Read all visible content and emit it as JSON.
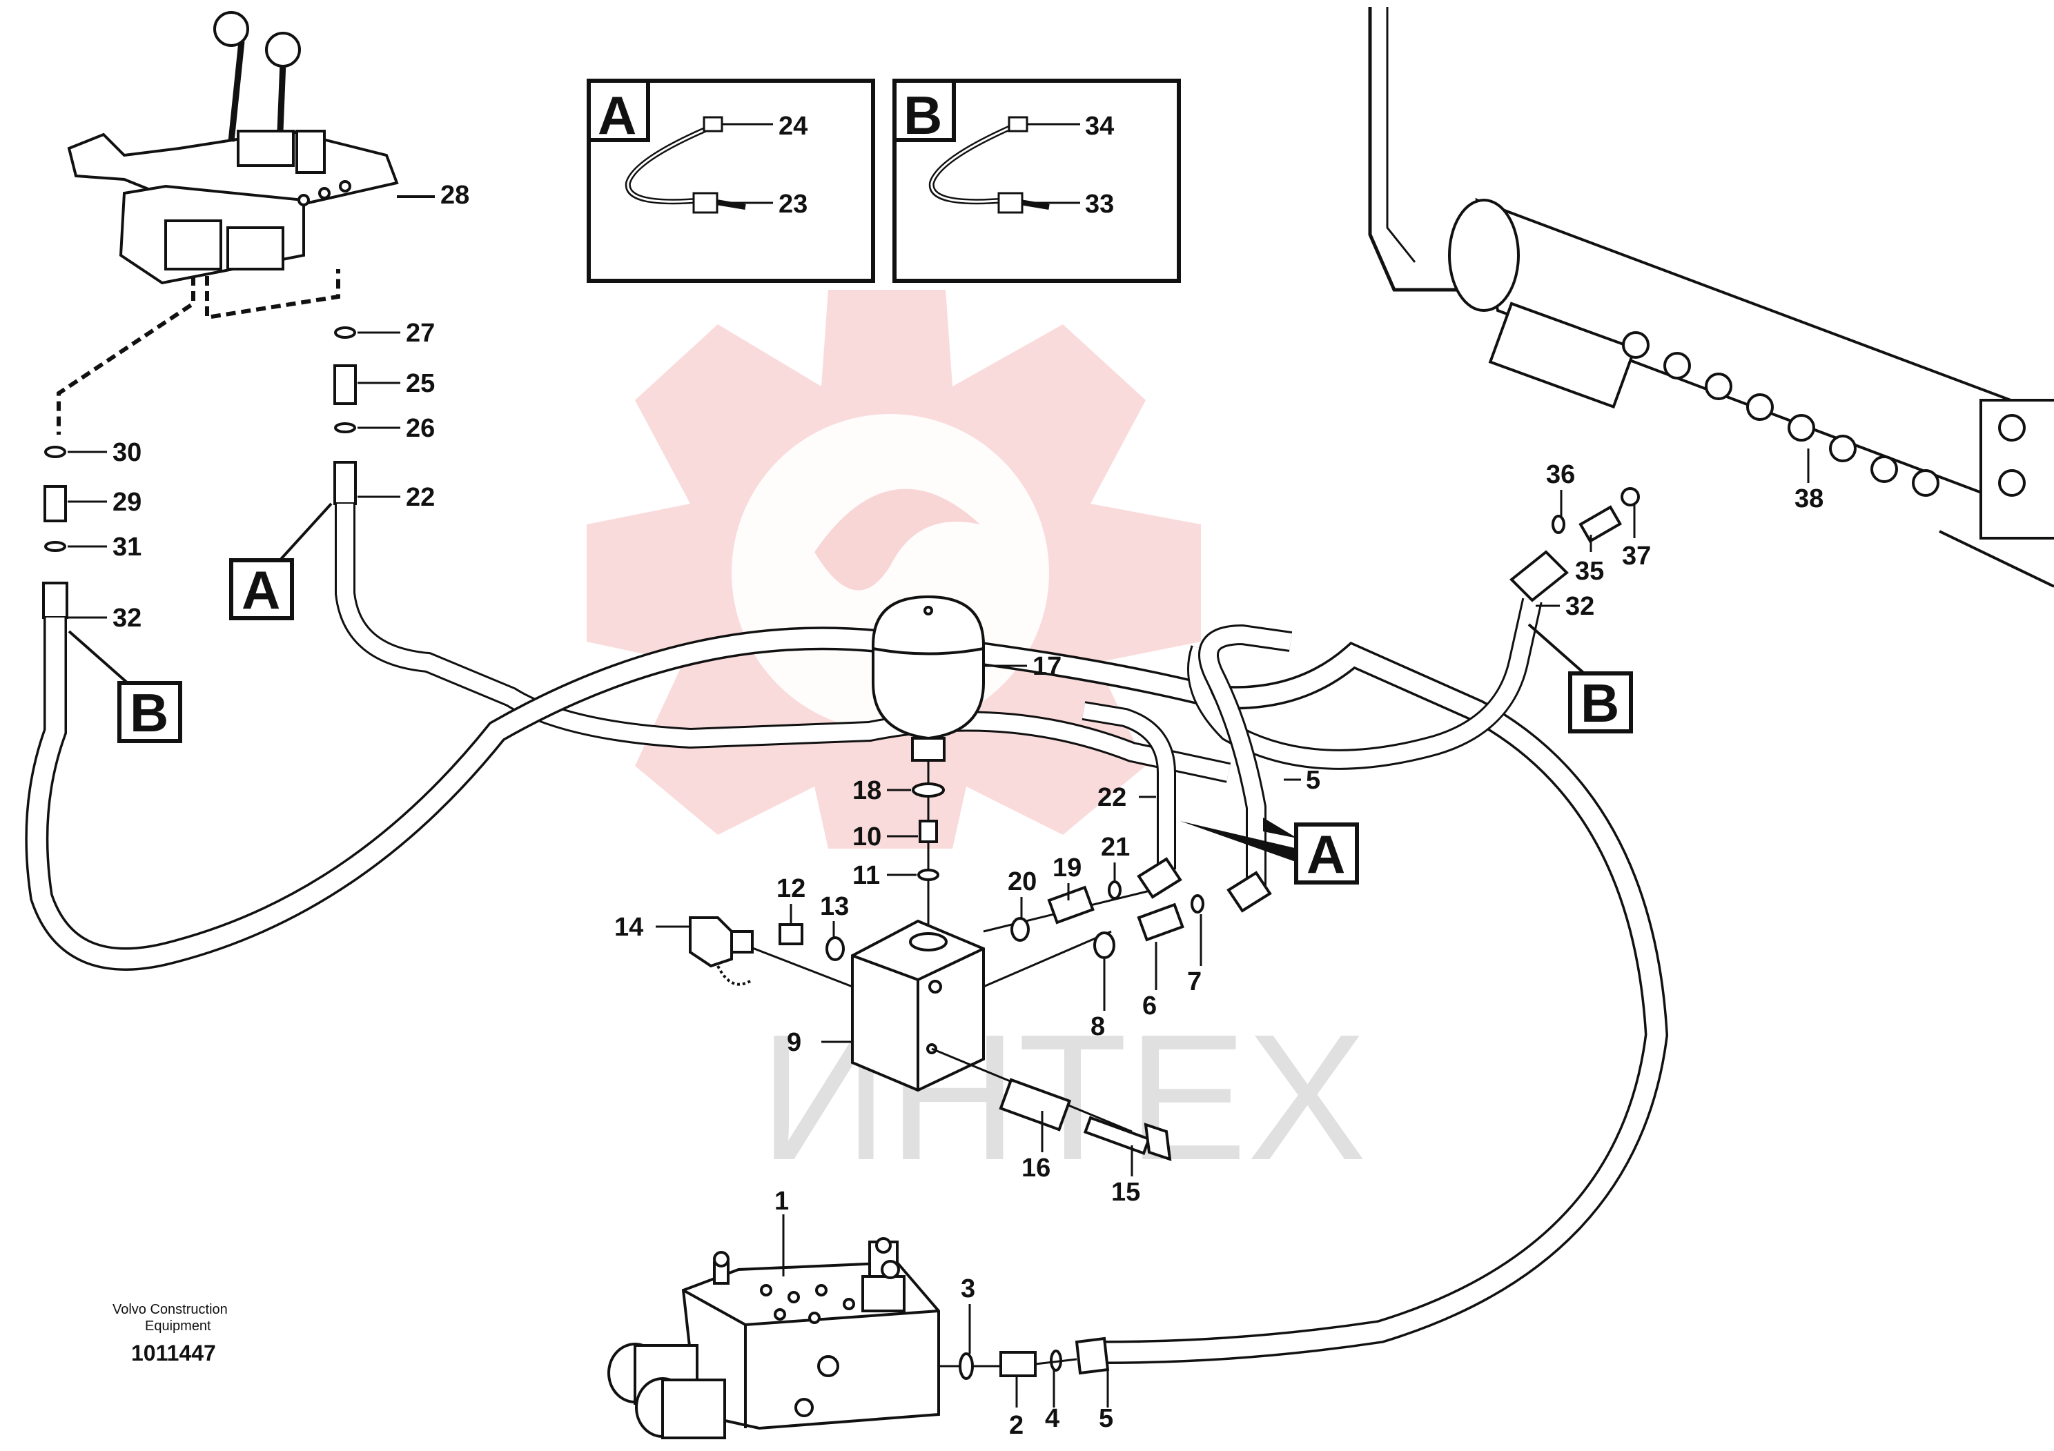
{
  "footer": {
    "company_line1": "Volvo Construction",
    "company_line2": "Equipment",
    "drawing_number": "1011447"
  },
  "watermark": {
    "text": "ИНТЕХ",
    "gear_color": "#f4b0b0"
  },
  "detail_boxes": {
    "a": {
      "letter": "A",
      "label_top": "24",
      "label_bottom": "23"
    },
    "b": {
      "letter": "B",
      "label_top": "34",
      "label_bottom": "33"
    }
  },
  "callouts": {
    "a_left": "A",
    "b_left": "B",
    "b_right": "B",
    "a_center": "A"
  },
  "part_labels": {
    "p28": "28",
    "p27": "27",
    "p25": "25",
    "p26": "26",
    "p22_left": "22",
    "p30": "30",
    "p29": "29",
    "p31": "31",
    "p32_left": "32",
    "p36": "36",
    "p35": "35",
    "p37": "37",
    "p38": "38",
    "p32_right": "32",
    "p17": "17",
    "p5_upper": "5",
    "p22_center": "22",
    "p18": "18",
    "p10": "10",
    "p11": "11",
    "p21": "21",
    "p19": "19",
    "p20": "20",
    "p12": "12",
    "p13": "13",
    "p14": "14",
    "p8": "8",
    "p6": "6",
    "p7": "7",
    "p9": "9",
    "p16": "16",
    "p15": "15",
    "p1": "1",
    "p3": "3",
    "p2": "2",
    "p4": "4",
    "p5_lower": "5"
  }
}
